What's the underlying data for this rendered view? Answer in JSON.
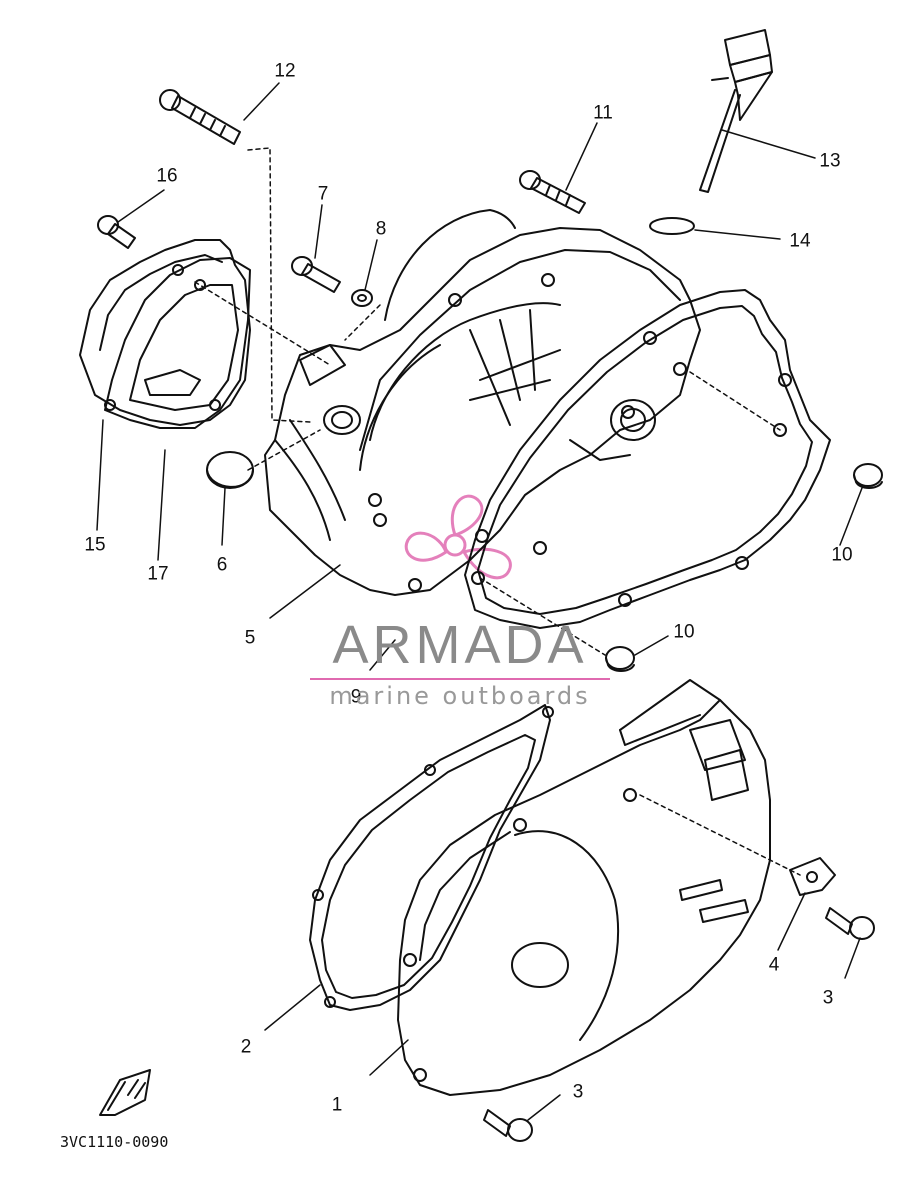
{
  "diagram": {
    "code": "3VC1110-0090",
    "callouts": [
      "1",
      "2",
      "3",
      "3",
      "4",
      "5",
      "6",
      "7",
      "8",
      "9",
      "10",
      "10",
      "11",
      "12",
      "13",
      "14",
      "15",
      "16",
      "17"
    ]
  },
  "watermark": {
    "brand": "ARMADA",
    "tagline": "marine outboards",
    "accent_color": "#e06ab0"
  }
}
